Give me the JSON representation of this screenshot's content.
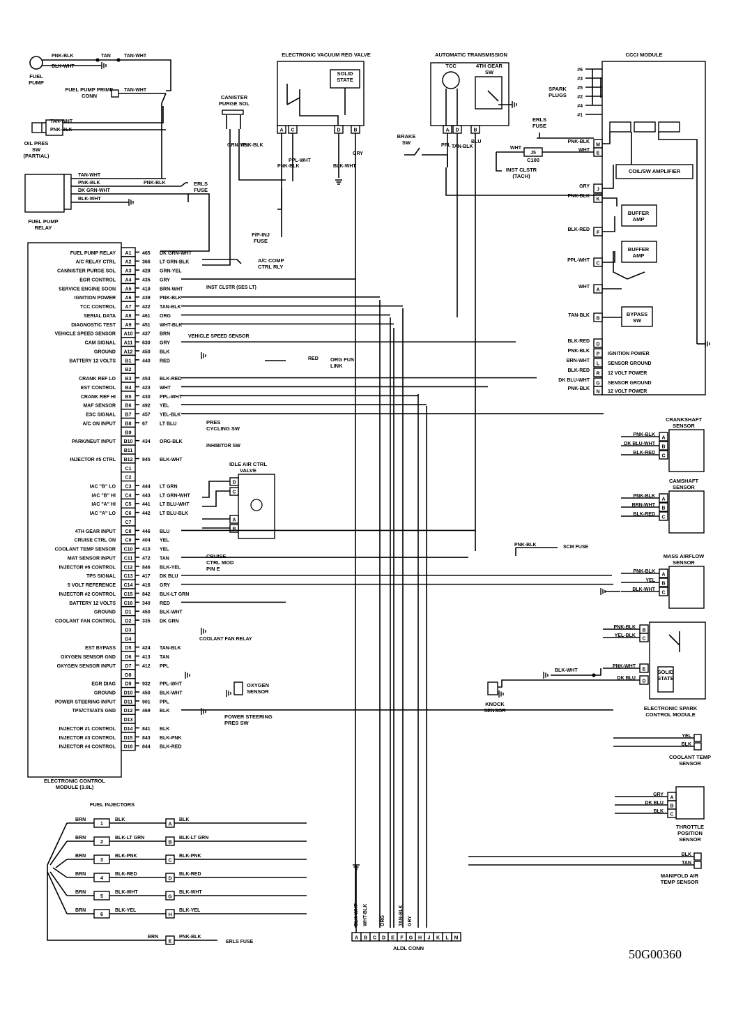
{
  "diagram_code": "50G00360",
  "components": {
    "fuel_pump": "FUEL PUMP",
    "fuel_pump_prime_conn": "FUEL PUMP PRIME CONN",
    "oil_pres_sw": "OIL PRES SW (PARTIAL)",
    "fuel_pump_relay": "FUEL PUMP RELAY",
    "erls_fuse": "ERLS FUSE",
    "canister_purge_sol": "CANISTER PURGE SOL",
    "evrv": "ELECTRONIC VACUUM REG VALVE",
    "solid_state": "SOLID STATE",
    "fp_inj_fuse": "F/P-INJ FUSE",
    "auto_trans": "AUTOMATIC TRANSMISSION",
    "tcc": "TCC",
    "fourth_gear_sw": "4TH GEAR SW",
    "brake_sw": "BRAKE SW",
    "ccci_module": "CCCI MODULE",
    "spark_plugs": "SPARK PLUGS",
    "inst_clstr_tach": "INST CLSTR (TACH)",
    "c100": "C100",
    "j5": "J5",
    "coil_amp": "COIL/SW AMPLIFIER",
    "buffer_amp": "BUFFER AMP",
    "bypass_sw": "BYPASS SW",
    "ac_comp_relay": "A/C COMP CTRL RLY",
    "inst_clstr_ses": "INST CLSTR (SES LT)",
    "vss": "VEHICLE SPEED SENSOR",
    "org_fus_link": "ORG FUS LINK",
    "press_cycling_sw": "PRES CYCLING SW",
    "inhibitor_sw": "INHIBITOR SW",
    "iac_valve": "IDLE AIR CTRL VALVE",
    "scm_fuse": "SCM FUSE",
    "cruise_mod": "CRUISE CTRL MOD PIN E",
    "coolant_fan_relay": "COOLANT FAN RELAY",
    "oxygen_sensor": "OXYGEN SENSOR",
    "ps_press_sw": "POWER STEERING PRES SW",
    "ecm": "ELECTRONIC CONTROL MODULE (3.8L)",
    "fuel_injectors": "FUEL INJECTORS",
    "aldl_conn": "ALDL CONN",
    "crankshaft_sensor": "CRANKSHAFT SENSOR",
    "camshaft_sensor": "CAMSHAFT SENSOR",
    "maf_sensor": "MASS AIRFLOW SENSOR",
    "escm": "ELECTRONIC SPARK CONTROL MODULE",
    "knock_sensor": "KNOCK SENSOR",
    "coolant_temp_sensor": "COOLANT TEMP SENSOR",
    "tps": "THROTTLE POSITION SENSOR",
    "mat_sensor": "MANIFOLD AIR TEMP SENSOR"
  },
  "ecm_pins": [
    {
      "func": "FUEL PUMP RELAY",
      "pin": "A1",
      "circ": "465",
      "wire": "DK GRN-WHT"
    },
    {
      "func": "A/C RELAY CTRL",
      "pin": "A2",
      "circ": "366",
      "wire": "LT GRN-BLK"
    },
    {
      "func": "CANNISTER PURGE SOL",
      "pin": "A3",
      "circ": "428",
      "wire": "GRN-YEL"
    },
    {
      "func": "EGR CONTROL",
      "pin": "A4",
      "circ": "435",
      "wire": "GRY"
    },
    {
      "func": "SERVICE ENGINE SOON",
      "pin": "A5",
      "circ": "419",
      "wire": "BRN-WHT"
    },
    {
      "func": "IGNITION POWER",
      "pin": "A6",
      "circ": "439",
      "wire": "PNK-BLK"
    },
    {
      "func": "TCC CONTROL",
      "pin": "A7",
      "circ": "422",
      "wire": "TAN-BLK"
    },
    {
      "func": "SERIAL DATA",
      "pin": "A8",
      "circ": "461",
      "wire": "ORG"
    },
    {
      "func": "DIAGNOSTIC TEST",
      "pin": "A9",
      "circ": "451",
      "wire": "WHT-BLK"
    },
    {
      "func": "VEHICLE SPEED SENSOR",
      "pin": "A10",
      "circ": "437",
      "wire": "BRN"
    },
    {
      "func": "CAM SIGNAL",
      "pin": "A11",
      "circ": "630",
      "wire": "GRY"
    },
    {
      "func": "GROUND",
      "pin": "A12",
      "circ": "450",
      "wire": "BLK"
    },
    {
      "func": "BATTERY 12 VOLTS",
      "pin": "B1",
      "circ": "440",
      "wire": "RED"
    },
    {
      "func": "",
      "pin": "B2",
      "circ": "",
      "wire": ""
    },
    {
      "func": "CRANK REF LO",
      "pin": "B3",
      "circ": "453",
      "wire": "BLK-RED"
    },
    {
      "func": "EST CONTROL",
      "pin": "B4",
      "circ": "423",
      "wire": "WHT"
    },
    {
      "func": "CRANK REF HI",
      "pin": "B5",
      "circ": "430",
      "wire": "PPL-WHT"
    },
    {
      "func": "MAF SENSOR",
      "pin": "B6",
      "circ": "492",
      "wire": "YEL"
    },
    {
      "func": "ESC SIGNAL",
      "pin": "B7",
      "circ": "457",
      "wire": "YEL-BLK"
    },
    {
      "func": "A/C ON INPUT",
      "pin": "B8",
      "circ": "67",
      "wire": "LT BLU"
    },
    {
      "func": "",
      "pin": "B9",
      "circ": "",
      "wire": ""
    },
    {
      "func": "PARK/NEUT INPUT",
      "pin": "B10",
      "circ": "434",
      "wire": "ORG-BLK"
    },
    {
      "func": "",
      "pin": "B11",
      "circ": "",
      "wire": ""
    },
    {
      "func": "INJECTOR #5 CTRL",
      "pin": "B12",
      "circ": "845",
      "wire": "BLK-WHT"
    },
    {
      "func": "",
      "pin": "C1",
      "circ": "",
      "wire": ""
    },
    {
      "func": "",
      "pin": "C2",
      "circ": "",
      "wire": ""
    },
    {
      "func": "IAC \"B\" LO",
      "pin": "C3",
      "circ": "444",
      "wire": "LT GRN"
    },
    {
      "func": "IAC \"B\" HI",
      "pin": "C4",
      "circ": "443",
      "wire": "LT GRN-WHT"
    },
    {
      "func": "IAC \"A\" HI",
      "pin": "C5",
      "circ": "441",
      "wire": "LT BLU-WHT"
    },
    {
      "func": "IAC \"A\" LO",
      "pin": "C6",
      "circ": "442",
      "wire": "LT BLU-BLK"
    },
    {
      "func": "",
      "pin": "C7",
      "circ": "",
      "wire": ""
    },
    {
      "func": "4TH GEAR INPUT",
      "pin": "C8",
      "circ": "446",
      "wire": "BLU"
    },
    {
      "func": "CRUISE CTRL ON",
      "pin": "C9",
      "circ": "404",
      "wire": "YEL"
    },
    {
      "func": "COOLANT TEMP SENSOR",
      "pin": "C10",
      "circ": "410",
      "wire": "YEL"
    },
    {
      "func": "MAT SENSOR INPUT",
      "pin": "C11",
      "circ": "472",
      "wire": "TAN"
    },
    {
      "func": "INJECTOR #6 CONTROL",
      "pin": "C12",
      "circ": "846",
      "wire": "BLK-YEL"
    },
    {
      "func": "TPS SIGNAL",
      "pin": "C13",
      "circ": "417",
      "wire": "DK BLU"
    },
    {
      "func": "5 VOLT REFERENCE",
      "pin": "C14",
      "circ": "416",
      "wire": "GRY"
    },
    {
      "func": "INJECTOR #2 CONTROL",
      "pin": "C15",
      "circ": "842",
      "wire": "BLK-LT GRN"
    },
    {
      "func": "BATTERY 12 VOLTS",
      "pin": "C16",
      "circ": "340",
      "wire": "RED"
    },
    {
      "func": "GROUND",
      "pin": "D1",
      "circ": "450",
      "wire": "BLK-WHT"
    },
    {
      "func": "COOLANT FAN CONTROL",
      "pin": "D2",
      "circ": "335",
      "wire": "DK GRN"
    },
    {
      "func": "",
      "pin": "D3",
      "circ": "",
      "wire": ""
    },
    {
      "func": "",
      "pin": "D4",
      "circ": "",
      "wire": ""
    },
    {
      "func": "EST BYPASS",
      "pin": "D5",
      "circ": "424",
      "wire": "TAN-BLK"
    },
    {
      "func": "OXYGEN SENSOR GND",
      "pin": "D6",
      "circ": "413",
      "wire": "TAN"
    },
    {
      "func": "OXYGEN SENSOR INPUT",
      "pin": "D7",
      "circ": "412",
      "wire": "PPL"
    },
    {
      "func": "",
      "pin": "D8",
      "circ": "",
      "wire": ""
    },
    {
      "func": "EGR DIAG",
      "pin": "D9",
      "circ": "932",
      "wire": "PPL-WHT"
    },
    {
      "func": "GROUND",
      "pin": "D10",
      "circ": "450",
      "wire": "BLK-WHT"
    },
    {
      "func": "POWER STEERING INPUT",
      "pin": "D11",
      "circ": "901",
      "wire": "PPL"
    },
    {
      "func": "TPS/CTS/ATS GND",
      "pin": "D12",
      "circ": "469",
      "wire": "BLK"
    },
    {
      "func": "",
      "pin": "D13",
      "circ": "",
      "wire": ""
    },
    {
      "func": "INJECTOR #1 CONTROL",
      "pin": "D14",
      "circ": "841",
      "wire": "BLK"
    },
    {
      "func": "INJECTOR #3 CONTROL",
      "pin": "D15",
      "circ": "843",
      "wire": "BLK-PNK"
    },
    {
      "func": "INJECTOR #4 CONTROL",
      "pin": "D16",
      "circ": "844",
      "wire": "BLK-RED"
    }
  ],
  "injectors": [
    {
      "num": "1",
      "left": "BRN",
      "right": "BLK",
      "pin": "A",
      "out": "BLK"
    },
    {
      "num": "2",
      "left": "BRN",
      "right": "BLK-LT GRN",
      "pin": "B",
      "out": "BLK-LT GRN"
    },
    {
      "num": "3",
      "left": "BRN",
      "right": "BLK-PNK",
      "pin": "C",
      "out": "BLK-PNK"
    },
    {
      "num": "4",
      "left": "BRN",
      "right": "BLK-RED",
      "pin": "D",
      "out": "BLK-RED"
    },
    {
      "num": "5",
      "left": "BRN",
      "right": "BLK-WHT",
      "pin": "G",
      "out": "BLK-WHT"
    },
    {
      "num": "6",
      "left": "BRN",
      "right": "BLK-YEL",
      "pin": "H",
      "out": "BLK-YEL"
    }
  ],
  "injector_feed": {
    "pin": "E",
    "left": "BRN",
    "out": "PNK-BLK",
    "dest": "ERLS FUSE"
  },
  "aldl_pins": [
    "A",
    "B",
    "C",
    "D",
    "E",
    "F",
    "G",
    "H",
    "J",
    "K",
    "L",
    "M"
  ],
  "aldl_wires": [
    "BLK-WHT",
    "WHT-BLK",
    "ORG",
    "TAN-BLK",
    "GRY"
  ],
  "ccci_pins": [
    {
      "pin": "M",
      "wire": "PNK-BLK"
    },
    {
      "pin": "E",
      "wire": "WHT"
    },
    {
      "pin": "J",
      "wire": "GRY"
    },
    {
      "pin": "K",
      "wire": "PNK-BLK"
    },
    {
      "pin": "F",
      "wire": "BLK-RED"
    },
    {
      "pin": "C",
      "wire": "PPL-WHT"
    },
    {
      "pin": "A",
      "wire": "WHT"
    },
    {
      "pin": "B",
      "wire": "TAN-BLK"
    },
    {
      "pin": "D",
      "wire": "BLK-RED"
    },
    {
      "pin": "P",
      "wire": "PNK-BLK",
      "func": "IGNITION POWER"
    },
    {
      "pin": "L",
      "wire": "BRN-WHT",
      "func": "SENSOR GROUND"
    },
    {
      "pin": "R",
      "wire": "BLK-RED",
      "func": "12 VOLT POWER"
    },
    {
      "pin": "G",
      "wire": "DK BLU-WHT",
      "func": "SENSOR GROUND"
    },
    {
      "pin": "N",
      "wire": "PNK-BLK",
      "func": "12 VOLT POWER"
    }
  ],
  "spark_plug_nums": [
    "#6",
    "#3",
    "#5",
    "#2",
    "#4",
    "#1"
  ],
  "crank_wires": [
    {
      "pin": "A",
      "wire": "PNK-BLK"
    },
    {
      "pin": "B",
      "wire": "DK BLU-WHT"
    },
    {
      "pin": "C",
      "wire": "BLK-RED"
    }
  ],
  "cam_wires": [
    {
      "pin": "A",
      "wire": "PNK-BLK"
    },
    {
      "pin": "B",
      "wire": "BRN-WHT"
    },
    {
      "pin": "C",
      "wire": "BLK-RED"
    }
  ],
  "maf_wires": [
    {
      "pin": "A",
      "wire": "PNK-BLK"
    },
    {
      "pin": "B",
      "wire": "YEL"
    },
    {
      "pin": "C",
      "wire": "BLK-WHT"
    }
  ],
  "escm_wires": [
    {
      "pin": "B",
      "wire": "PNK-BLK"
    },
    {
      "pin": "C",
      "wire": "YEL-BLK"
    },
    {
      "pin": "E",
      "wire": "PNK-WHT"
    },
    {
      "pin": "D",
      "wire": "DK BLU"
    }
  ],
  "escm_extra": {
    "knock": "BLK-WHT"
  },
  "cts_wires": [
    {
      "pin": "A",
      "wire": "YEL"
    },
    {
      "pin": "B",
      "wire": "BLK"
    }
  ],
  "tps_wires": [
    {
      "pin": "A",
      "wire": "GRY"
    },
    {
      "pin": "B",
      "wire": "DK BLU"
    },
    {
      "pin": "C",
      "wire": "BLK"
    }
  ],
  "mat_wires": [
    {
      "pin": "A",
      "wire": "BLK"
    },
    {
      "pin": "B",
      "wire": "TAN"
    }
  ],
  "misc_wires": {
    "pnk_blk": "PNK-BLK",
    "tan": "TAN",
    "tan_wht": "TAN-WHT",
    "blk_wht": "BLK-WHT",
    "dk_grn_wht": "DK GRN-WHT",
    "grn_yel": "GRN-YEL",
    "pnk_blk2": "PNK-BLK",
    "ppl_wht": "PPL-WHT",
    "blk_wht2": "BLK-WHT",
    "gry": "GRY",
    "ppl": "PPL",
    "tan_blk": "TAN-BLK",
    "blu": "BLU",
    "wht": "WHT",
    "red": "RED",
    "pnk_blk_scm": "PNK-BLK"
  },
  "evrv_pins": [
    "A",
    "C",
    "D",
    "B"
  ],
  "trans_pins": [
    "A",
    "D",
    "B"
  ],
  "iac_pins": [
    "D",
    "C",
    "A",
    "B"
  ]
}
